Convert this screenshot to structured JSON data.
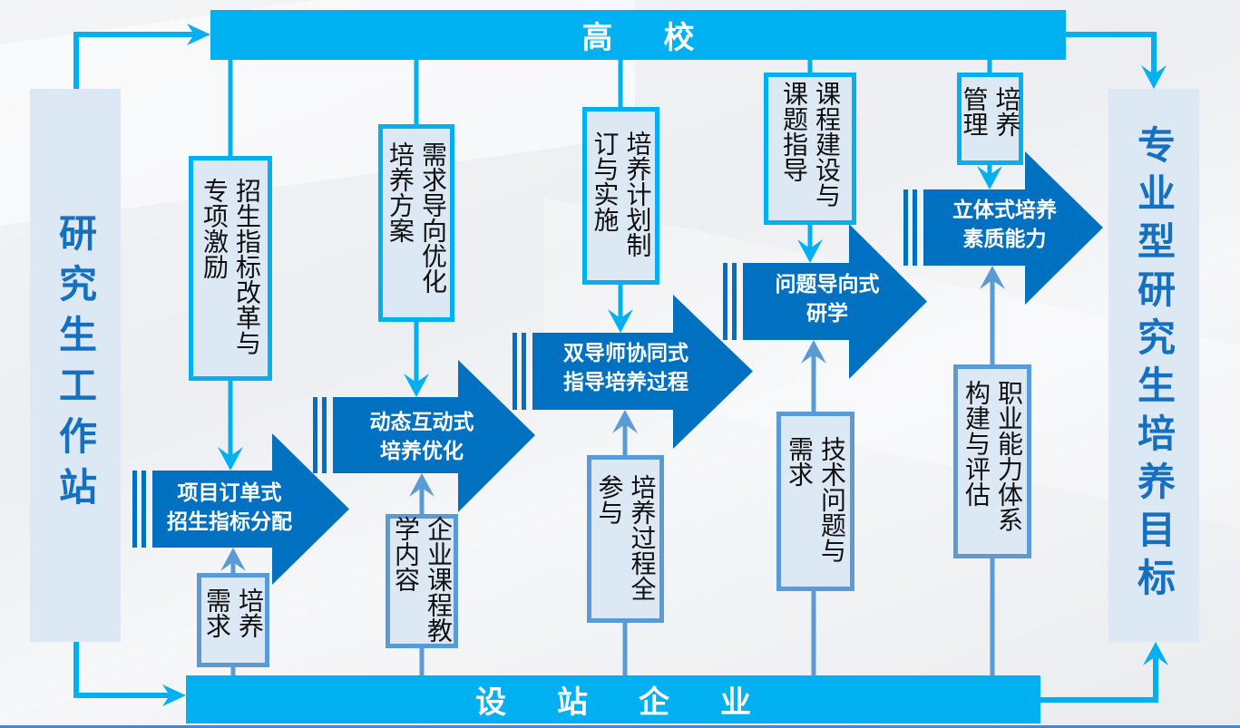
{
  "diagram": {
    "left_box": {
      "label": "研究生工作站"
    },
    "right_box": {
      "label": "专业型研究生培养目标"
    },
    "top_bar": {
      "label": "高校"
    },
    "bottom_bar": {
      "label": "设站企业"
    },
    "stages": [
      {
        "id": "stage-1",
        "label": "项目订单式\n招生指标分配",
        "top_note": "招生指标改革与专项激励",
        "bottom_note": "培养需求"
      },
      {
        "id": "stage-2",
        "label": "动态互动式\n培养优化",
        "top_note": "需求导向优化培养方案",
        "bottom_note": "企业课程教学内容"
      },
      {
        "id": "stage-3",
        "label": "双导师协同式\n指导培养过程",
        "top_note": "培养计划制订与实施",
        "bottom_note": "培养过程全参与"
      },
      {
        "id": "stage-4",
        "label": "问题导向式\n研学",
        "top_note": "课程建设与课题指导",
        "bottom_note": "技术问题与需求"
      },
      {
        "id": "stage-5",
        "label": "立体式培养\n素质能力",
        "top_note": "培养管理",
        "bottom_note": "职业能力体系构建与评估"
      }
    ],
    "colors": {
      "bar_blue": "#00b0f0",
      "arrow_blue": "#0070c0",
      "light_box": "#dde8f5",
      "side_text": "#1670c0",
      "top_connector": "#00b0f0",
      "bottom_connector": "#5b9bd5"
    }
  }
}
